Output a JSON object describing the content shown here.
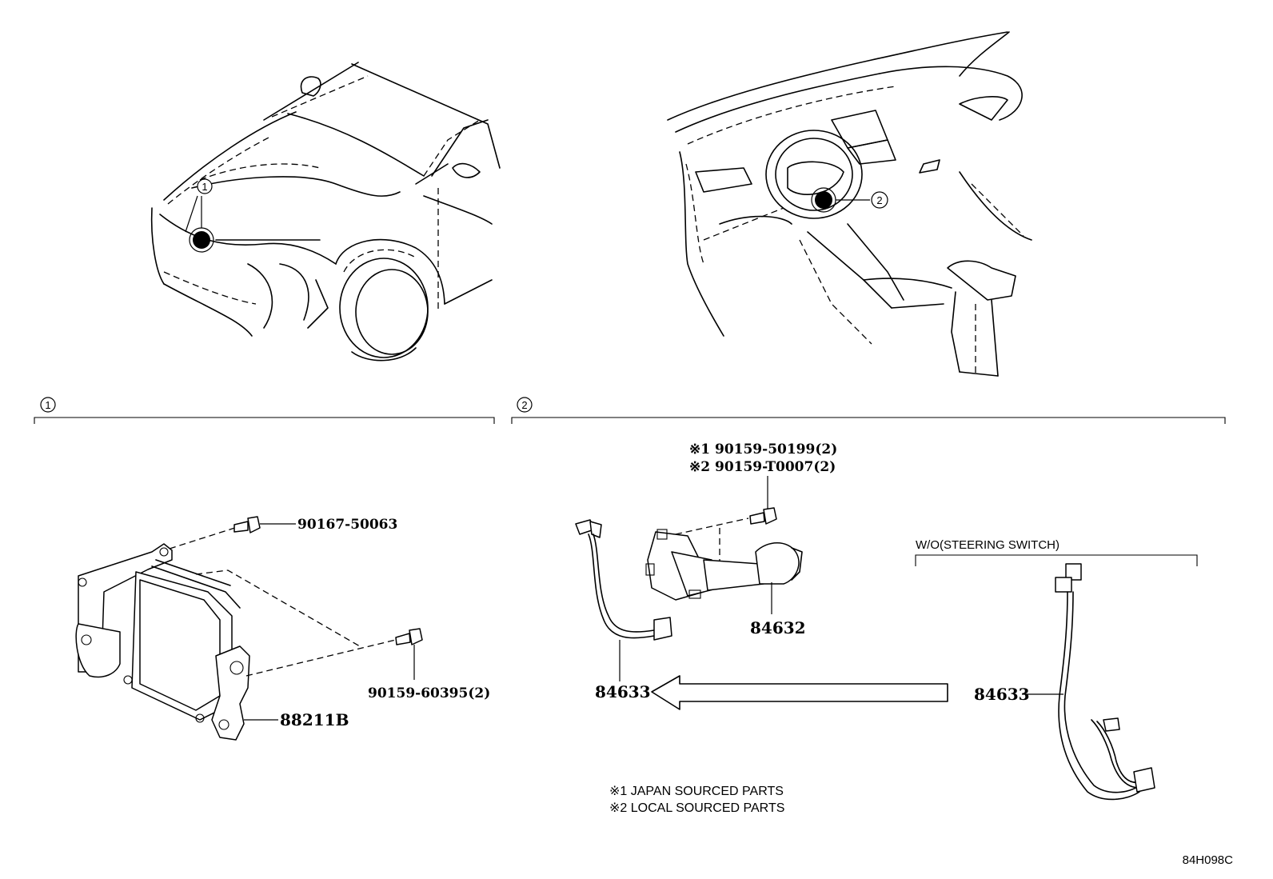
{
  "diagram_code": "84H098C",
  "sections": [
    {
      "index": "1"
    },
    {
      "index": "2"
    }
  ],
  "callouts": {
    "car_front": "1",
    "dashboard": "2"
  },
  "parts": {
    "bolt_top_left": "90167-50063",
    "bolt_bottom_left": "90159-60395(2)",
    "radar_sensor": "88211B",
    "screw_note1": "※1 90159-50199(2)",
    "screw_note2": "※2 90159-T0007(2)",
    "switch": "84632",
    "harness_left": "84633",
    "harness_right": "84633"
  },
  "variant_label": "W/O(STEERING SWITCH)",
  "notes": [
    "※1 JAPAN SOURCED PARTS",
    "※2 LOCAL SOURCED PARTS"
  ]
}
